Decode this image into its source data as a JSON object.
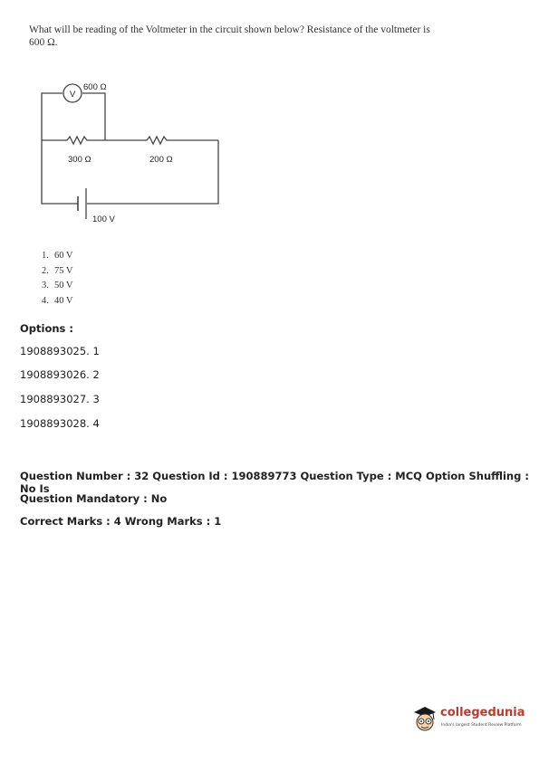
{
  "question": {
    "line1": "What will be reading of the Voltmeter in the circuit shown below? Resistance of the voltmeter is",
    "line2": "600 Ω."
  },
  "circuit": {
    "voltmeter_symbol": "V",
    "voltmeter_resistance": "600 Ω",
    "resistor1": "300 Ω",
    "resistor2": "200 Ω",
    "battery": "100 V"
  },
  "choices": [
    {
      "num": "1.",
      "text": "60 V"
    },
    {
      "num": "2.",
      "text": "75 V"
    },
    {
      "num": "3.",
      "text": "50 V"
    },
    {
      "num": "4.",
      "text": "40 V"
    }
  ],
  "options": {
    "title": "Options :",
    "items": [
      "1908893025. 1",
      "1908893026. 2",
      "1908893027. 3",
      "1908893028. 4"
    ]
  },
  "meta": {
    "line1": "Question Number : 32 Question Id : 190889773 Question Type : MCQ Option Shuffling : No Is",
    "line2": "Question Mandatory : No",
    "line3": "Correct Marks : 4 Wrong Marks : 1"
  },
  "logo": {
    "name": "collegedunia",
    "tagline": "India's largest Student Review Platform",
    "colors": {
      "brand": "#c0392b"
    }
  }
}
